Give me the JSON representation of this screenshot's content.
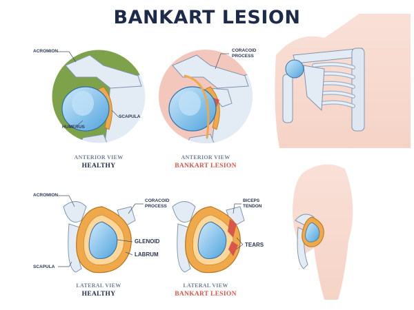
{
  "title": "BANKART LESION",
  "labels": {
    "acromion": "ACROMION",
    "humerus": "HUMERUS",
    "scapula": "SCAPULA",
    "coracoid_process": "CORACOID PROCESS",
    "coracoid": "CORACOID",
    "process": "PROCESS",
    "glenoid": "GLENOID",
    "labrum": "LABRUM",
    "biceps": "BICEPS",
    "tendon": "TENDON",
    "tears": "TEARS"
  },
  "panels": {
    "top_left": {
      "view": "ANTERIOR VIEW",
      "caption": "HEALTHY"
    },
    "top_mid": {
      "view": "ANTERIOR VIEW",
      "caption": "BANKART LESION"
    },
    "bottom_left": {
      "view": "LATERAL VIEW",
      "caption": "HEALTHY"
    },
    "bottom_mid": {
      "view": "LATERAL VIEW",
      "caption": "BANKART LESION"
    }
  },
  "colors": {
    "title": "#1d2a4a",
    "healthy_caption": "#1d2a4a",
    "lesion_caption": "#d9564a",
    "healthy_circle": "#7ea24a",
    "lesion_circle": "#f4c7bd",
    "bone": "#dfe8f2",
    "cartilage": "#6fb6e6",
    "labrum": "#f0a94a",
    "tear": "#d9564a",
    "skin": "#f7d9cf"
  }
}
